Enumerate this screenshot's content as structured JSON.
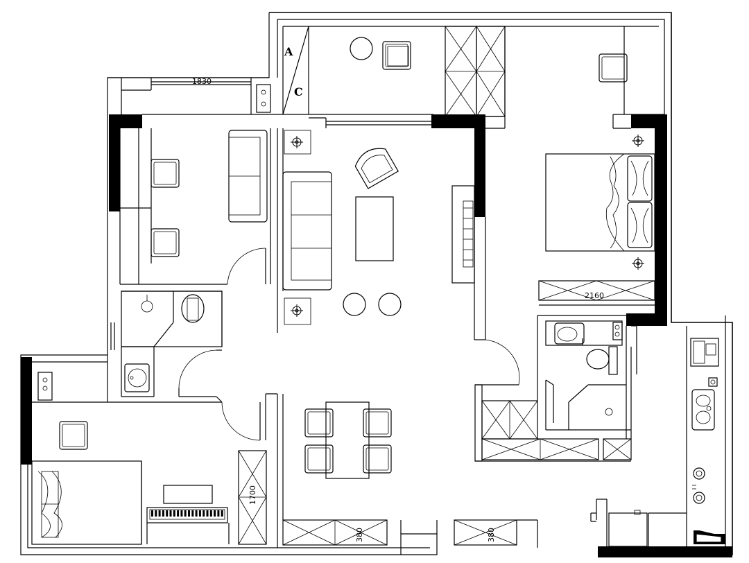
{
  "plan": {
    "labels": {
      "a": "A",
      "c": "C"
    },
    "dimensions": {
      "top_window": "1830",
      "wardrobe": "2160",
      "cabinet_left": "1700",
      "cabinet_bottom_1": "380",
      "cabinet_bottom_2": "380"
    }
  }
}
